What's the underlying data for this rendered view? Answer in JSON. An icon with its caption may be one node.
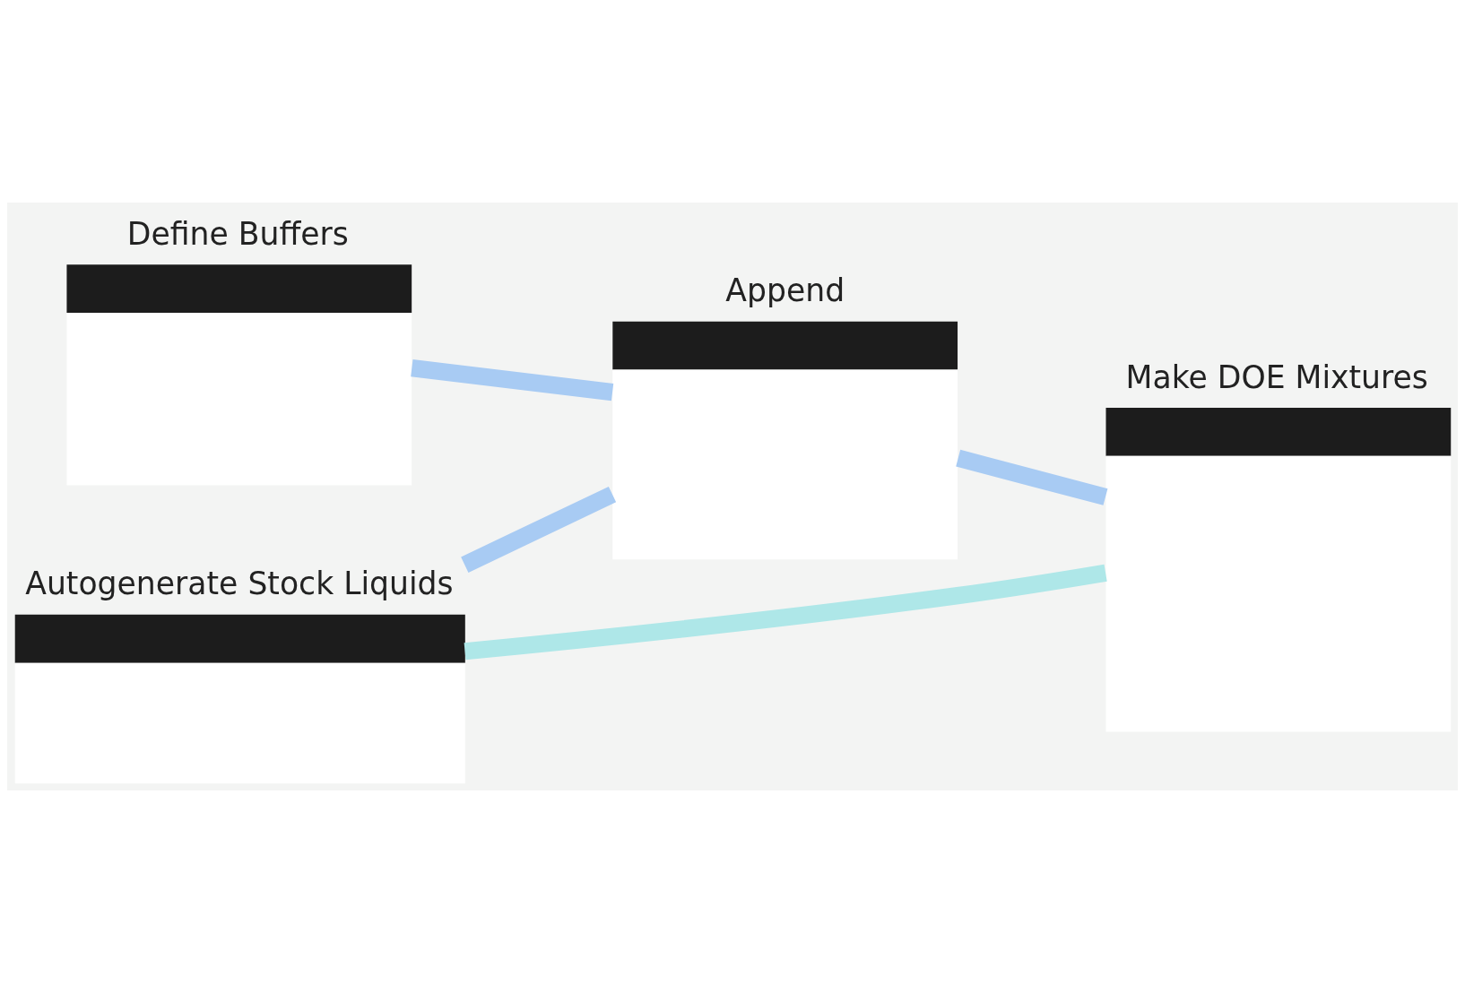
{
  "diagram": {
    "nodes": [
      {
        "text": [
          "Define Buffers"
        ]
      },
      {
        "text": [
          "Append"
        ]
      },
      {
        "text": [
          "Autogenerate Stock Liquids"
        ]
      },
      {
        "text": [
          "Make DOE Mixtures"
        ]
      }
    ],
    "edges": [
      {
        "from": 0,
        "to": 1,
        "arrow": "none"
      },
      {
        "from": 2,
        "to": 1,
        "arrow": "none"
      },
      {
        "from": 1,
        "to": 3,
        "arrow": "none"
      },
      {
        "from": 2,
        "to": 3,
        "arrow": "none",
        "color": "#aee7e8"
      }
    ]
  }
}
